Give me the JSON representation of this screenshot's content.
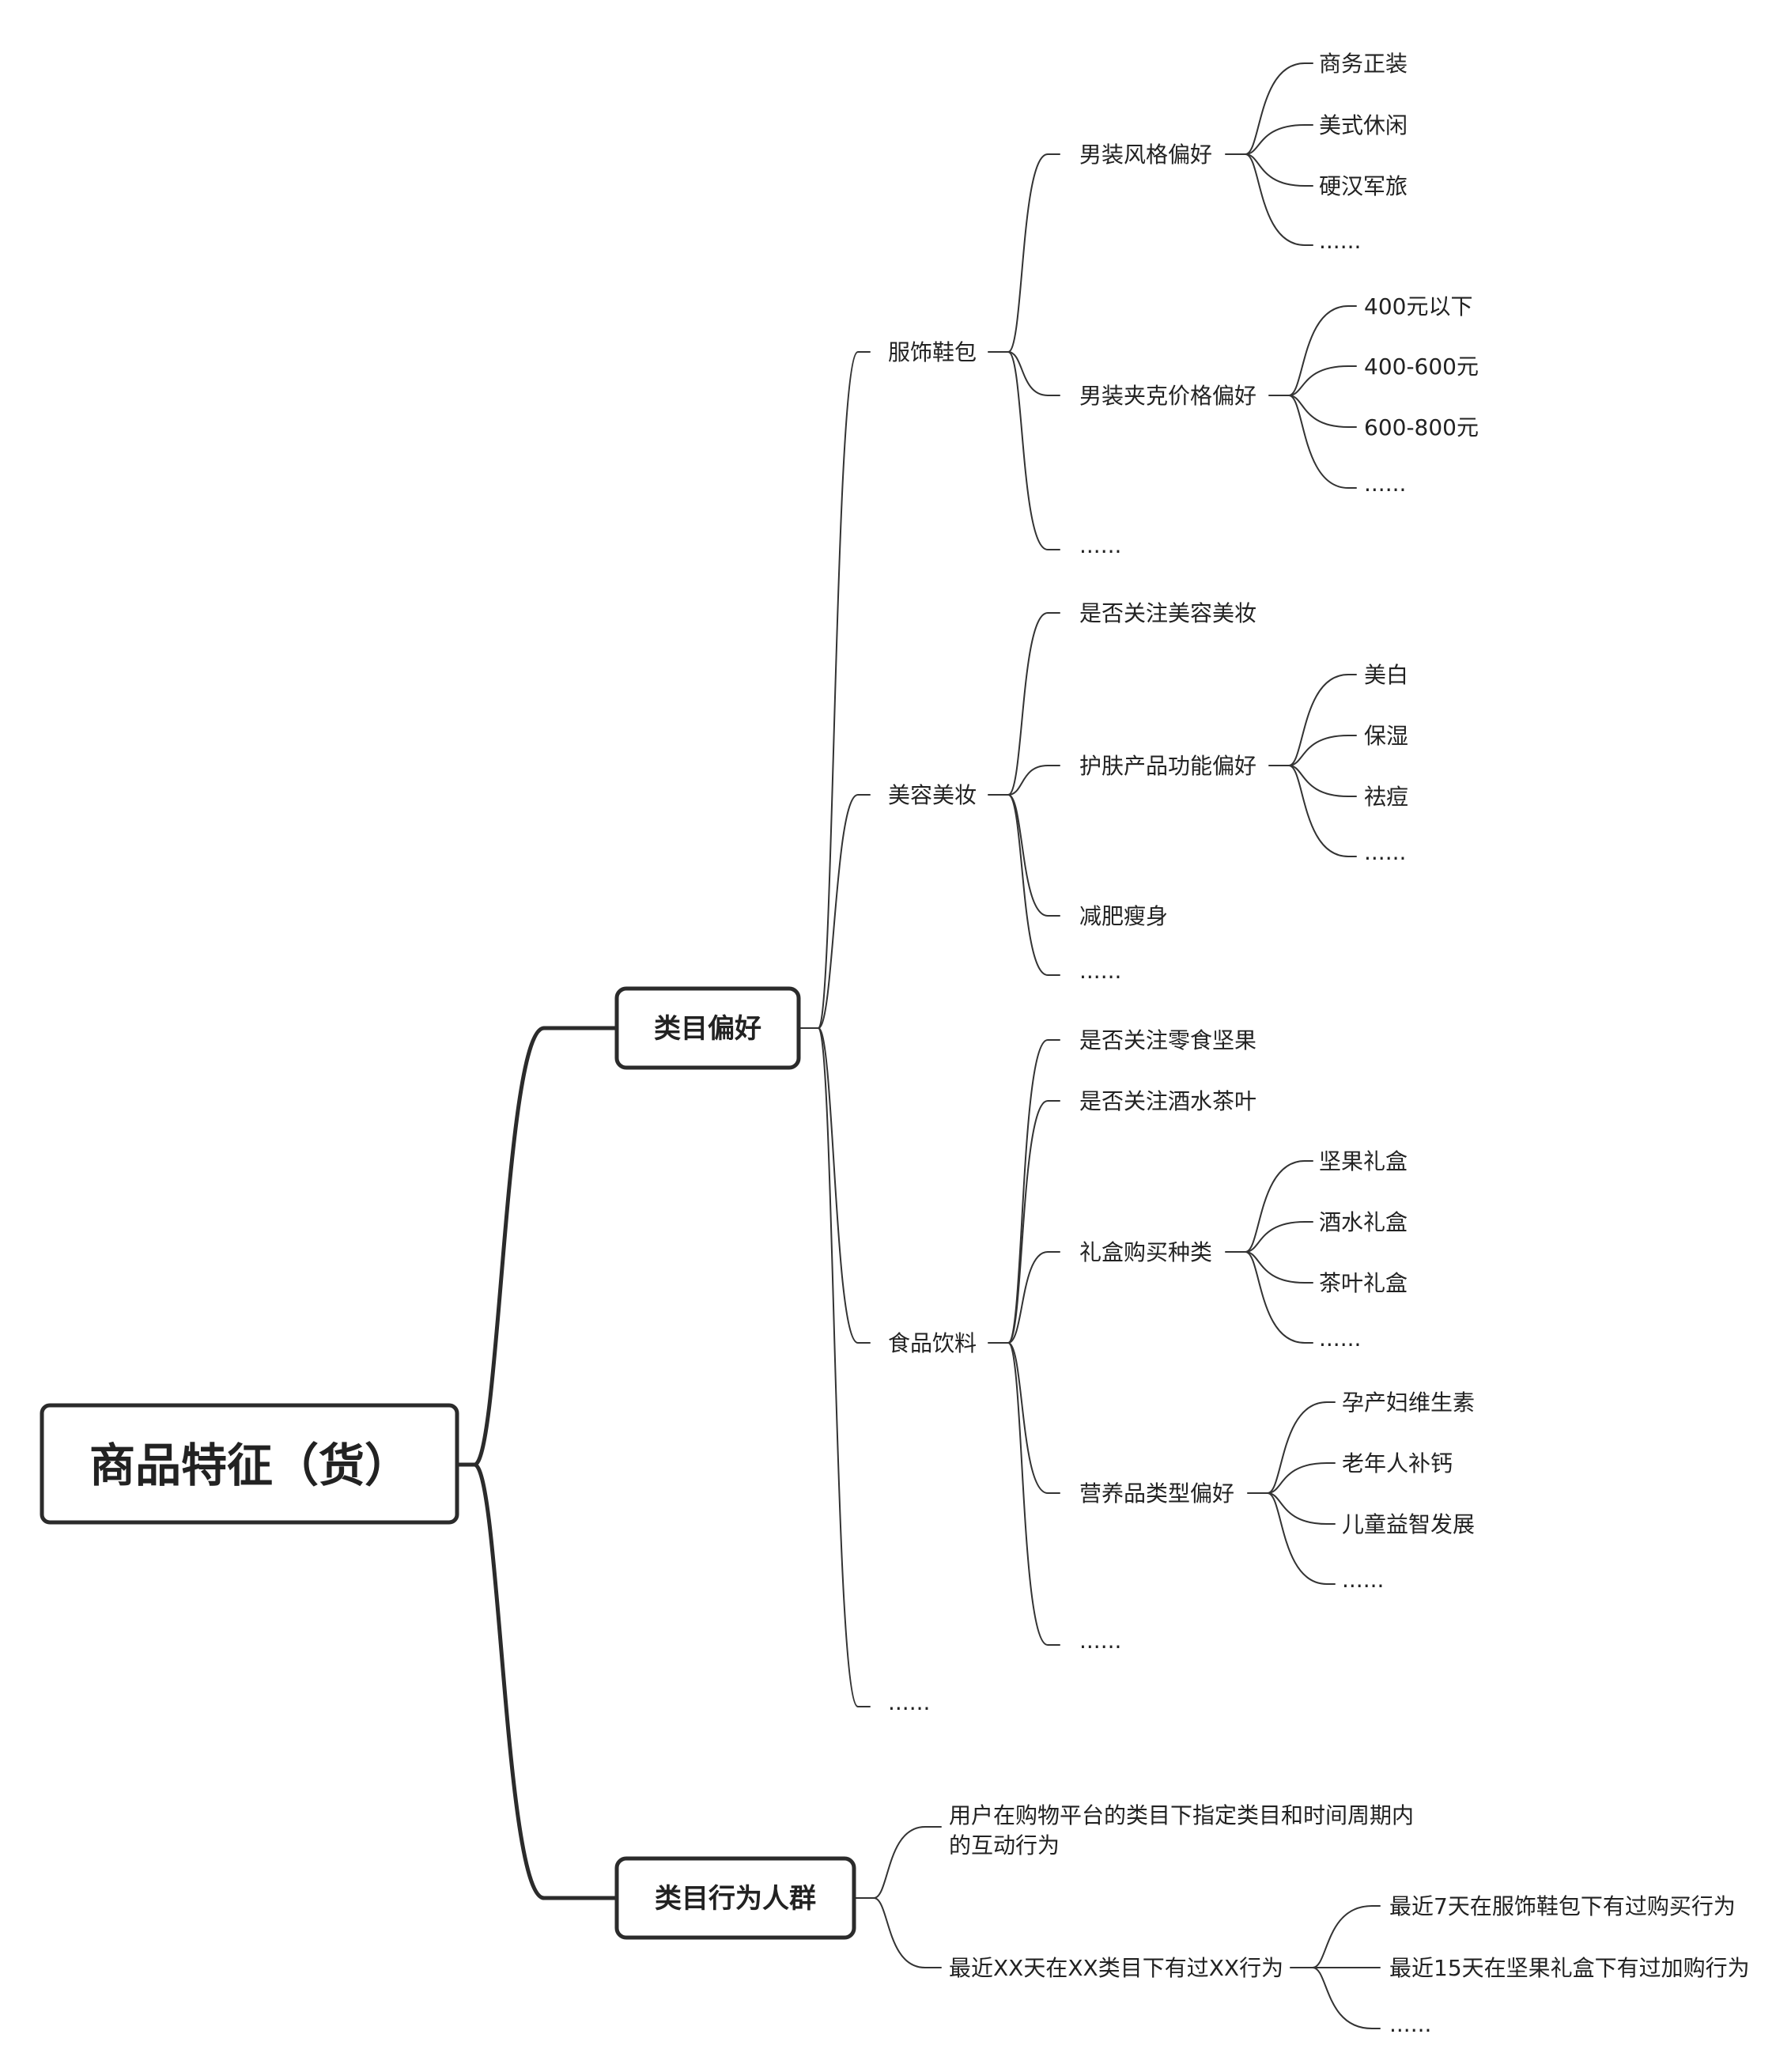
{
  "root": "商品特征（货）",
  "category_preference": {
    "label": "类目偏好",
    "apparel": {
      "label": "服饰鞋包",
      "menswear_style": {
        "label": "男装风格偏好",
        "items": [
          "商务正装",
          "美式休闲",
          "硬汉军旅",
          "......"
        ]
      },
      "jacket_price": {
        "label": "男装夹克价格偏好",
        "items": [
          "400元以下",
          "400-600元",
          "600-800元",
          "......"
        ]
      },
      "more": "......"
    },
    "beauty": {
      "label": "美容美妆",
      "follow_beauty": "是否关注美容美妆",
      "skincare": {
        "label": "护肤产品功能偏好",
        "items": [
          "美白",
          "保湿",
          "祛痘",
          "......"
        ]
      },
      "slimming": "减肥瘦身",
      "more": "......"
    },
    "food": {
      "label": "食品饮料",
      "follow_snacks": "是否关注零食坚果",
      "follow_drinks": "是否关注酒水茶叶",
      "gift_box": {
        "label": "礼盒购买种类",
        "items": [
          "坚果礼盒",
          "酒水礼盒",
          "茶叶礼盒",
          "......"
        ]
      },
      "supplement": {
        "label": "营养品类型偏好",
        "items": [
          "孕产妇维生素",
          "老年人补钙",
          "儿童益智发展",
          "......"
        ]
      },
      "more": "......"
    },
    "more": "......"
  },
  "category_behavior": {
    "label": "类目行为人群",
    "description_line1": "用户在购物平台的类目下指定类目和时间周期内",
    "description_line2": "的互动行为",
    "recent": {
      "label": "最近XX天在XX类目下有过XX行为",
      "items": [
        "最近7天在服饰鞋包下有过购买行为",
        "最近15天在坚果礼盒下有过加购行为",
        "......"
      ]
    }
  }
}
